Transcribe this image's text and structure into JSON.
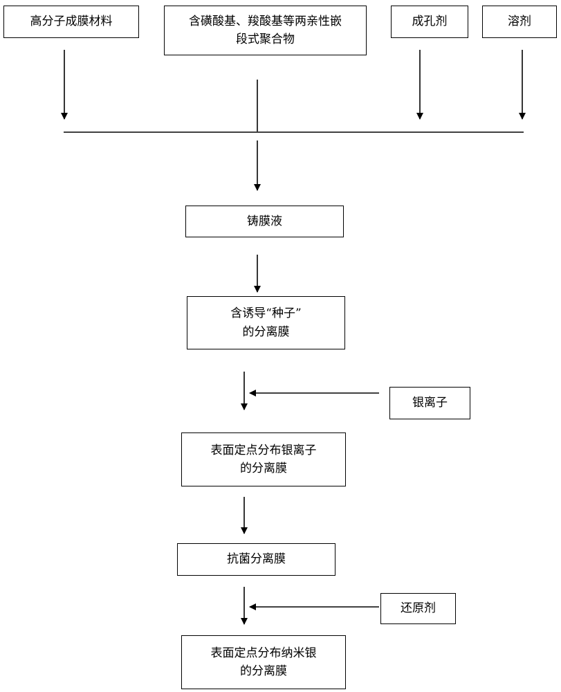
{
  "nodes": {
    "polymer_material": {
      "lines": [
        "高分子成膜材料"
      ]
    },
    "block_copolymer": {
      "lines": [
        "含磺酸基、羧酸基等两亲性嵌",
        "段式聚合物"
      ]
    },
    "pore_former": {
      "lines": [
        "成孔剂"
      ]
    },
    "solvent": {
      "lines": [
        "溶剂"
      ]
    },
    "casting_solution": {
      "lines": [
        "铸膜液"
      ]
    },
    "seed_membrane": {
      "lines": [
        "含诱导“种子”",
        "的分离膜"
      ]
    },
    "silver_ion": {
      "lines": [
        "银离子"
      ]
    },
    "silver_ion_membrane": {
      "lines": [
        "表面定点分布银离子",
        "的分离膜"
      ]
    },
    "antibacterial_membrane": {
      "lines": [
        "抗菌分离膜"
      ]
    },
    "reducing_agent": {
      "lines": [
        "还原剂"
      ]
    },
    "nano_silver_membrane": {
      "lines": [
        "表面定点分布纳米银",
        "的分离膜"
      ]
    }
  },
  "edges": [
    {
      "from": "polymer_material",
      "to": "casting_solution"
    },
    {
      "from": "block_copolymer",
      "to": "casting_solution"
    },
    {
      "from": "pore_former",
      "to": "casting_solution"
    },
    {
      "from": "solvent",
      "to": "casting_solution"
    },
    {
      "from": "casting_solution",
      "to": "seed_membrane"
    },
    {
      "from": "seed_membrane",
      "to": "silver_ion_membrane"
    },
    {
      "from": "silver_ion",
      "to": "silver_ion_membrane"
    },
    {
      "from": "silver_ion_membrane",
      "to": "antibacterial_membrane"
    },
    {
      "from": "antibacterial_membrane",
      "to": "nano_silver_membrane"
    },
    {
      "from": "reducing_agent",
      "to": "nano_silver_membrane"
    }
  ]
}
